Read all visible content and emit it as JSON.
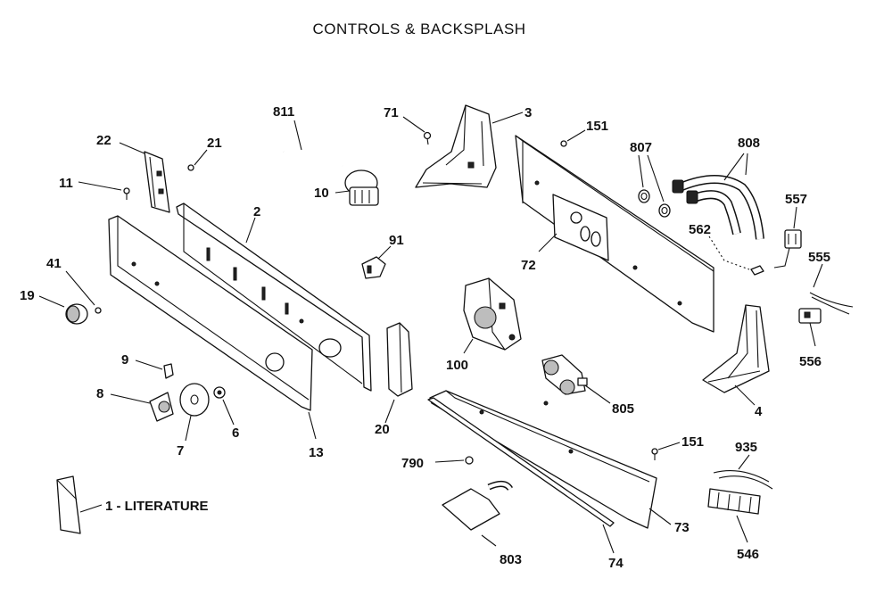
{
  "title": "CONTROLS & BACKSPLASH",
  "literature_label": "1 - LITERATURE",
  "callouts": [
    {
      "id": "c811",
      "text": "811"
    },
    {
      "id": "c71",
      "text": "71"
    },
    {
      "id": "c3",
      "text": "3"
    },
    {
      "id": "c151a",
      "text": "151"
    },
    {
      "id": "c807",
      "text": "807"
    },
    {
      "id": "c808",
      "text": "808"
    },
    {
      "id": "c22",
      "text": "22"
    },
    {
      "id": "c21",
      "text": "21"
    },
    {
      "id": "c11",
      "text": "11"
    },
    {
      "id": "c10",
      "text": "10"
    },
    {
      "id": "c2",
      "text": "2"
    },
    {
      "id": "c557",
      "text": "557"
    },
    {
      "id": "c562",
      "text": "562"
    },
    {
      "id": "c91",
      "text": "91"
    },
    {
      "id": "c41",
      "text": "41"
    },
    {
      "id": "c72",
      "text": "72"
    },
    {
      "id": "c555",
      "text": "555"
    },
    {
      "id": "c19",
      "text": "19"
    },
    {
      "id": "c556",
      "text": "556"
    },
    {
      "id": "c100",
      "text": "100"
    },
    {
      "id": "c9",
      "text": "9"
    },
    {
      "id": "c8",
      "text": "8"
    },
    {
      "id": "c805",
      "text": "805"
    },
    {
      "id": "c4",
      "text": "4"
    },
    {
      "id": "c6",
      "text": "6"
    },
    {
      "id": "c7",
      "text": "7"
    },
    {
      "id": "c20",
      "text": "20"
    },
    {
      "id": "c13",
      "text": "13"
    },
    {
      "id": "c151b",
      "text": "151"
    },
    {
      "id": "c935",
      "text": "935"
    },
    {
      "id": "c790",
      "text": "790"
    },
    {
      "id": "c73",
      "text": "73"
    },
    {
      "id": "c803",
      "text": "803"
    },
    {
      "id": "c74",
      "text": "74"
    },
    {
      "id": "c546",
      "text": "546"
    }
  ]
}
